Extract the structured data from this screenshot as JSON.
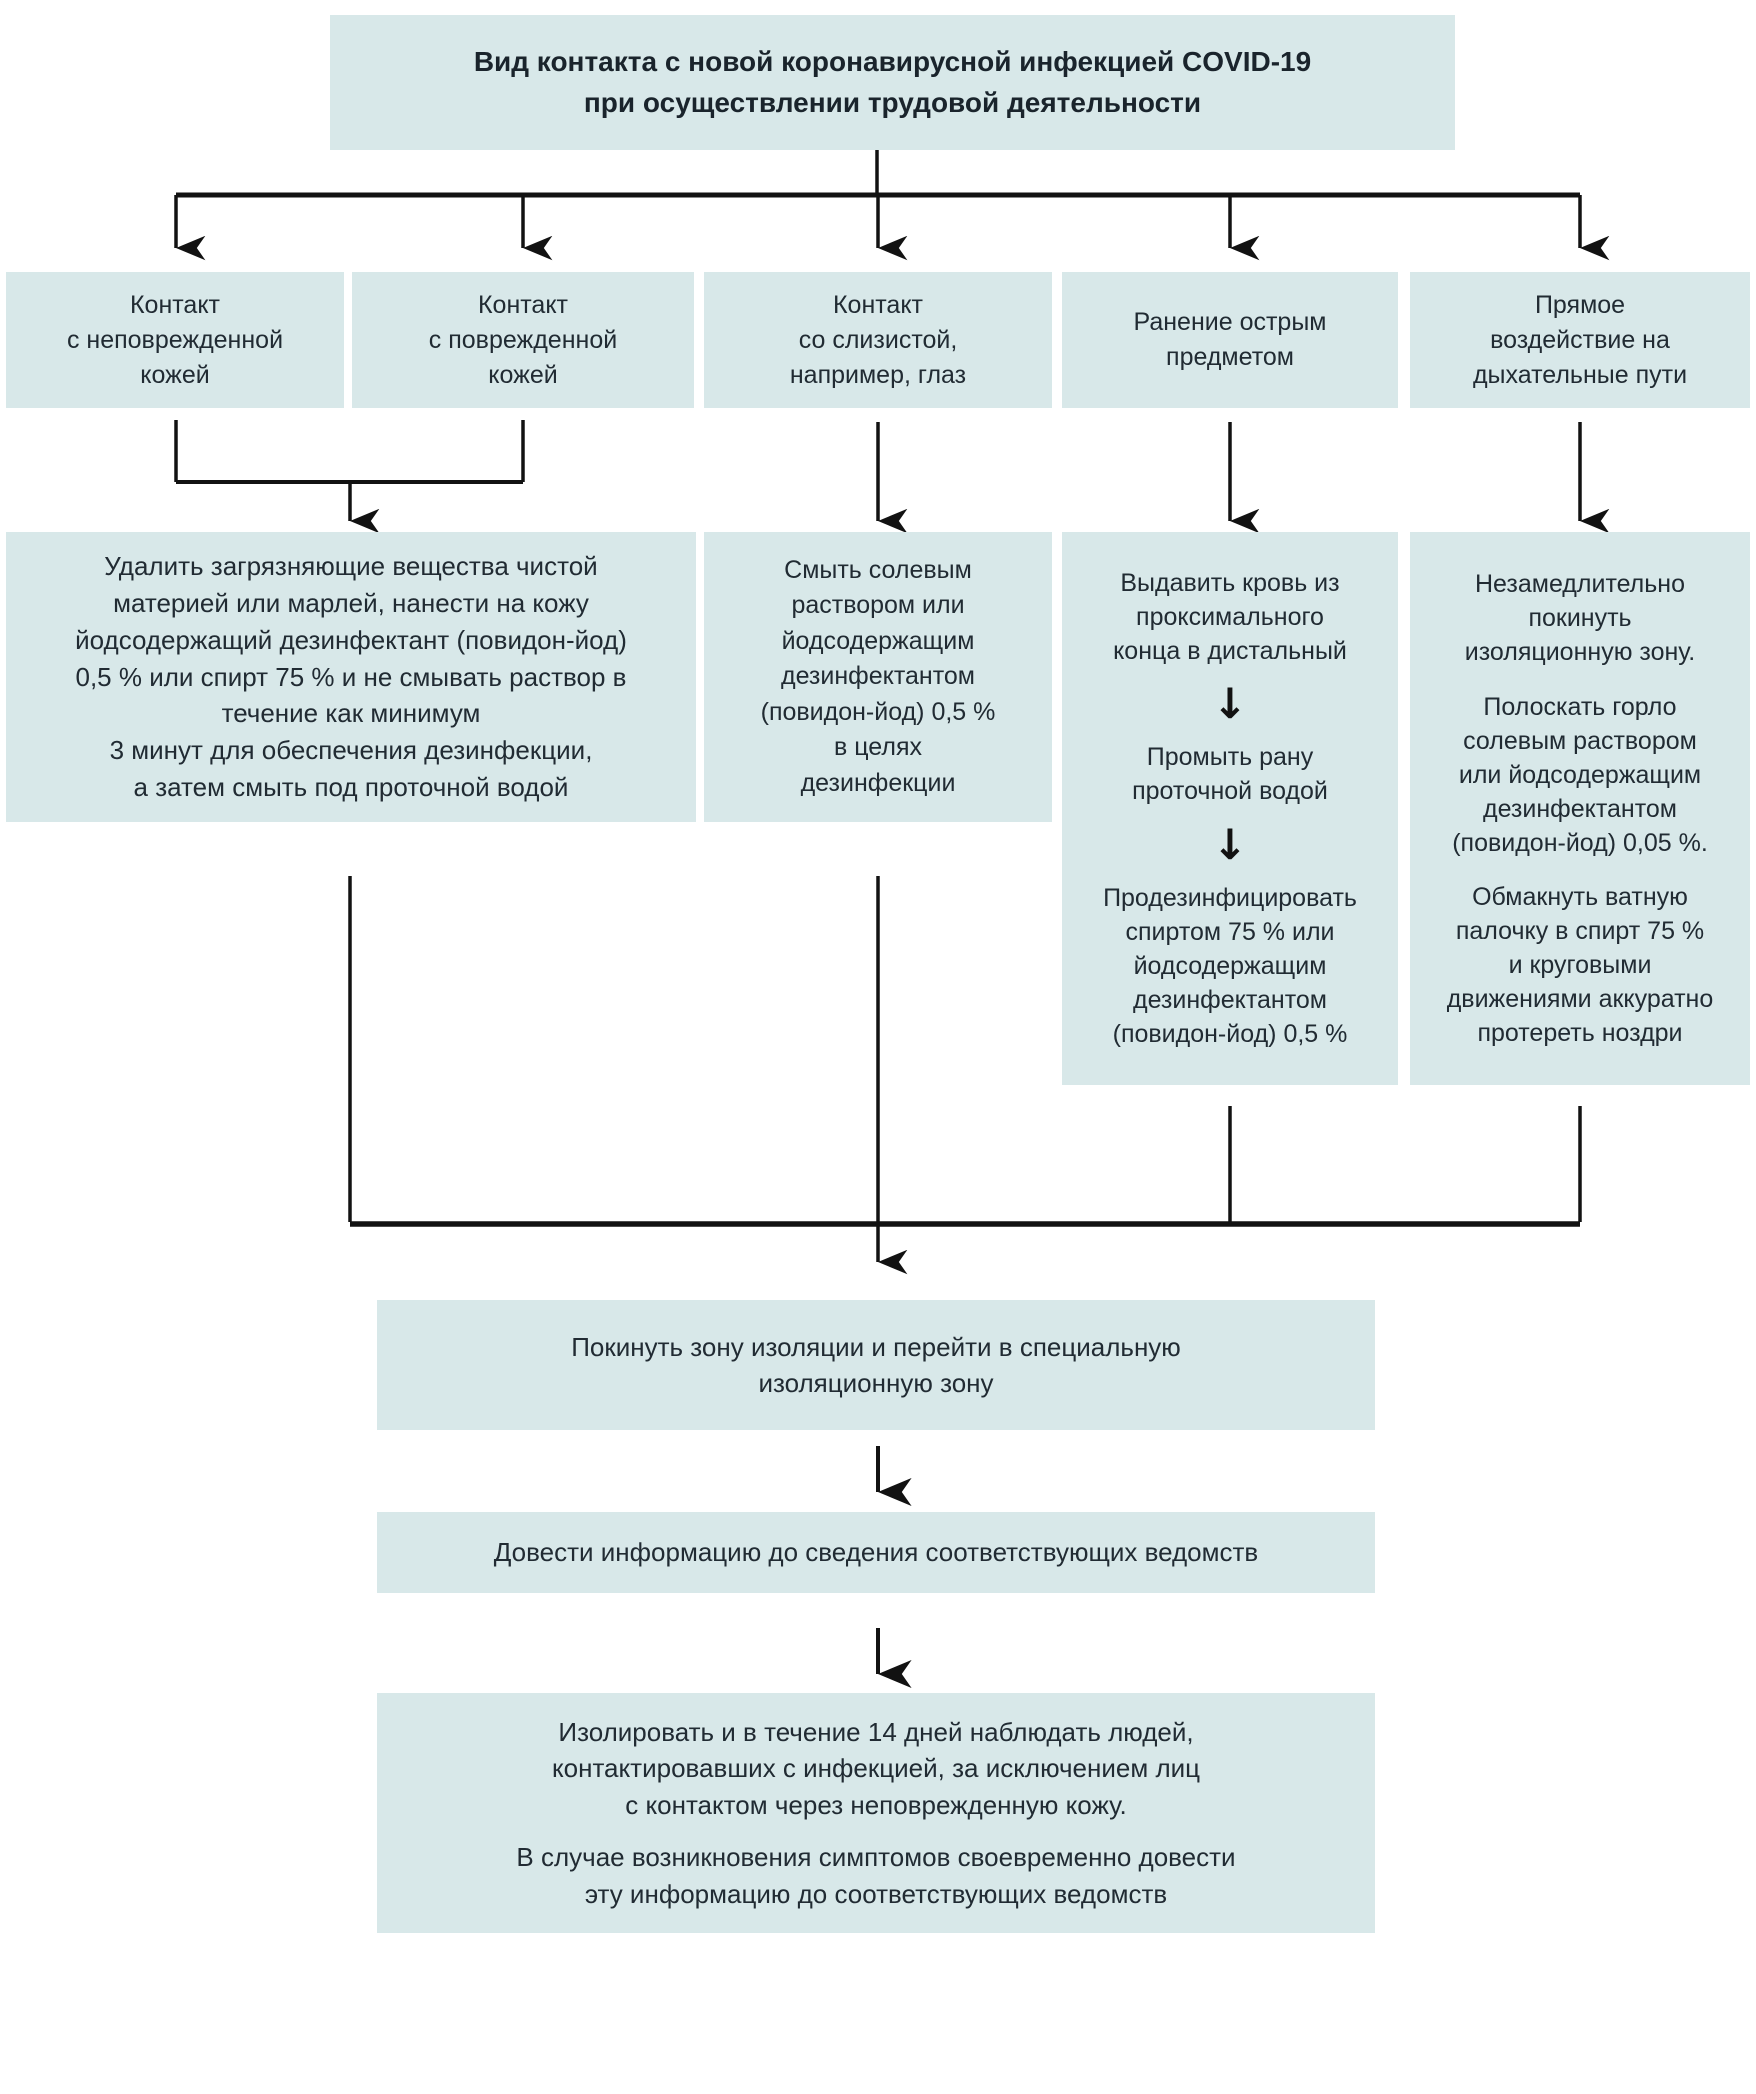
{
  "palette": {
    "box_bg": "#d8e8e9",
    "text_color": "#212b33",
    "line_color": "#121212"
  },
  "icons": {
    "down_arrow": "↓"
  },
  "title": "Вид контакта с новой коронавирусной инфекцией COVID-19\nпри осуществлении трудовой деятельности",
  "contact_types": [
    {
      "label": "Контакт\nс неповрежденной\nкожей"
    },
    {
      "label": "Контакт\nс поврежденной\nкожей"
    },
    {
      "label": "Контакт\nсо слизистой,\nнапример, глаз"
    },
    {
      "label": "Ранение острым\nпредметом"
    },
    {
      "label": "Прямое\nвоздействие на\nдыхательные пути"
    }
  ],
  "actions": {
    "skin_contact": "Удалить загрязняющие вещества чистой\nматерией или марлей, нанести на кожу\nйодсодержащий дезинфектант (повидон-йод)\n0,5 % или спирт 75 % и не смывать раствор в\nтечение как минимум\n3 минут для обеспечения дезинфекции,\nа затем смыть под проточной водой",
    "mucosa_contact": "Смыть солевым\nраствором или\nйодсодержащим\nдезинфектантом\n(повидон-йод) 0,5 %\nв целях\nдезинфекции",
    "sharp_injury_steps": [
      "Выдавить кровь из\nпроксимального\nконца в дистальный",
      "Промыть рану\nпроточной водой",
      "Продезинфицировать\nспиртом 75 % или\nйодсодержащим\nдезинфектантом\n(повидон-йод) 0,5 %"
    ],
    "airways_paragraphs": [
      "Незамедлительно\nпокинуть\nизоляционную зону.",
      "Полоскать горло\nсолевым раствором\nили йодсодержащим\nдезинфектантом\n(повидон-йод) 0,05 %.",
      "Обмакнуть ватную\nпалочку в спирт 75 %\nи круговыми\nдвижениями аккуратно\nпротереть ноздри"
    ]
  },
  "followup": {
    "leave_zone": "Покинуть зону изоляции и перейти в специальную\nизоляционную зону",
    "inform": "Довести информацию до сведения соответствующих ведомств",
    "final_paragraphs": [
      "Изолировать и в течение 14 дней наблюдать людей,\nконтактировавших с инфекцией, за исключением лиц\nс контактом через неповрежденную кожу.",
      "В случае возникновения симптомов своевременно довести\nэту информацию до соответствующих ведомств"
    ]
  }
}
